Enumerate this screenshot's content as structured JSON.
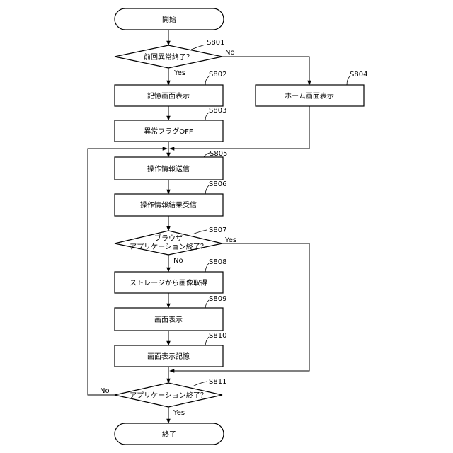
{
  "flow": {
    "start": "開始",
    "end": "終了",
    "s801": {
      "label": "S801",
      "text": "前回異常終了？"
    },
    "s802": {
      "label": "S802",
      "text": "記憶画面表示"
    },
    "s803": {
      "label": "S803",
      "text": "異常フラグOFF"
    },
    "s804": {
      "label": "S804",
      "text": "ホーム画面表示"
    },
    "s805": {
      "label": "S805",
      "text": "操作情報送信"
    },
    "s806": {
      "label": "S806",
      "text": "操作情報結果受信"
    },
    "s807": {
      "label": "S807",
      "line1": "ブラウザ",
      "line2": "アプリケーション終了？"
    },
    "s808": {
      "label": "S808",
      "text": "ストレージから画像取得"
    },
    "s809": {
      "label": "S809",
      "text": "画面表示"
    },
    "s810": {
      "label": "S810",
      "text": "画面表示記憶"
    },
    "s811": {
      "label": "S811",
      "text": "アプリケーション終了？"
    },
    "answers": {
      "s801_no": "No",
      "s801_yes": "Yes",
      "s807_yes": "Yes",
      "s807_no": "No",
      "s811_no": "No",
      "s811_yes": "Yes"
    }
  }
}
